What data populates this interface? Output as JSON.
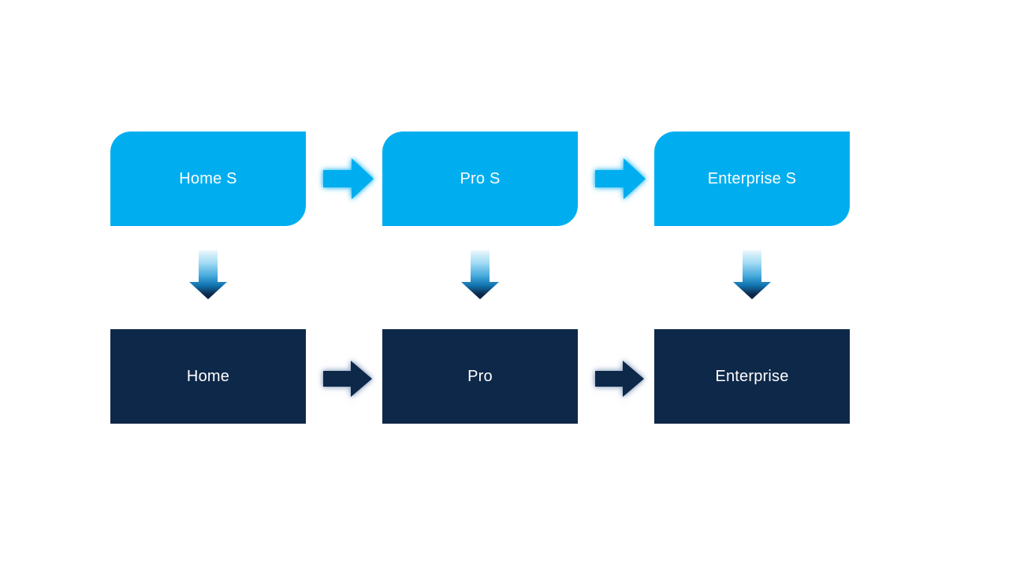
{
  "diagram": {
    "top_row": [
      {
        "label": "Home S"
      },
      {
        "label": "Pro S"
      },
      {
        "label": "Enterprise S"
      }
    ],
    "bottom_row": [
      {
        "label": "Home"
      },
      {
        "label": "Pro"
      },
      {
        "label": "Enterprise"
      }
    ],
    "icons": {
      "right_arrow": "block-arrow-right",
      "down_arrow": "block-arrow-down-gradient"
    },
    "colors": {
      "top_box": "#00AEEF",
      "bottom_box": "#0E2849",
      "text": "#FFFFFF",
      "top_arrow": "#00AEEF",
      "bottom_arrow": "#0E2849",
      "down_arrow_gradient": [
        "#EAF7FD",
        "#A5DCF5",
        "#45AADD",
        "#1173AE",
        "#0C2142"
      ],
      "background": "#FFFFFF"
    }
  }
}
